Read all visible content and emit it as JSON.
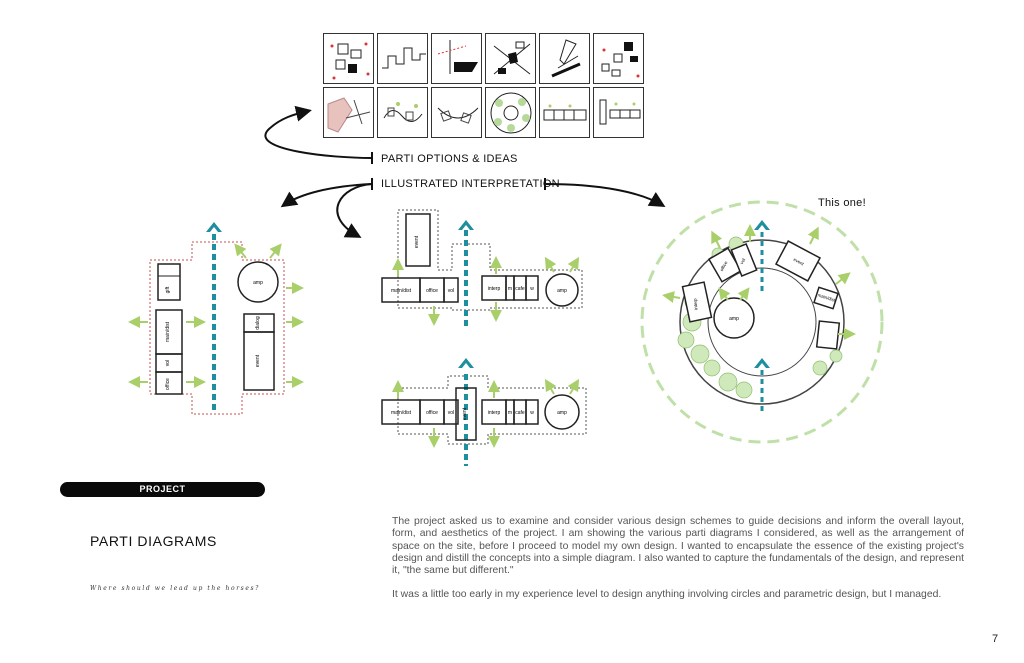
{
  "labels": {
    "parti_options": "PARTI OPTIONS & IDEAS",
    "illustrated_interpretation": "ILLUSTRATED INTERPRETATION",
    "this_one": "This one!"
  },
  "diagram_a": {
    "room_1": "gift",
    "room_2": "main/dist",
    "room_3": "vol",
    "room_4": "office",
    "amp": "amp",
    "room_5": "dialog",
    "room_6": "event"
  },
  "diagram_b": {
    "top_room": "event",
    "room_main": "main/dist",
    "room_office": "office",
    "room_vol": "vol",
    "room_interp": "interp",
    "room_m": "m",
    "room_cafe": "cafe",
    "room_w": "w",
    "amp": "amp"
  },
  "diagram_c": {
    "room_main": "main/dist",
    "room_office": "office",
    "room_vol": "vol",
    "room_event": "event",
    "room_interp": "interp",
    "room_m": "m",
    "room_cafe": "cafe",
    "room_w": "w",
    "amp": "amp"
  },
  "diagram_d": {
    "amp": "amp",
    "room_1": "office",
    "room_2": "vol",
    "room_3": "event",
    "room_4": "interp",
    "room_5": "main/dist"
  },
  "section": {
    "pill": "PROJECT",
    "title": "PARTI DIAGRAMS",
    "subtitle": "Where should we lead up the horses?"
  },
  "body": {
    "p1": "The project asked us to examine and consider various design schemes to guide decisions and inform the overall layout, form, and aesthetics of the project. I am showing the various parti diagrams I considered, as well as the arrangement of space on the site, before I proceed to model my own design. I wanted to encapsulate the essence of the existing project's design and distill the concepts into a simple diagram. I also wanted to capture the fundamentals of the design, and represent it, \"the same but different.\"",
    "p2": "It was a little too early in my experience level to design anything involving circles and parametric design, but I managed."
  },
  "page_number": "7",
  "colors": {
    "teal": "#1f8fa0",
    "green": "#a9cf6a",
    "dashed_red": "#c0504d",
    "light_green": "#bfe0a8"
  }
}
